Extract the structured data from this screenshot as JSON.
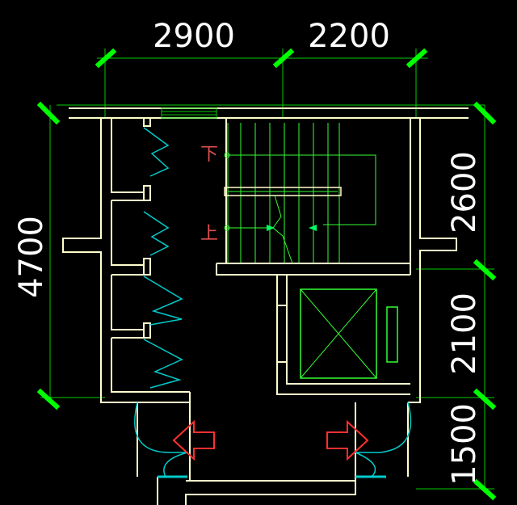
{
  "dimensions": {
    "top_left": "2900",
    "top_right": "2200",
    "left": "4700",
    "right_top": "2600",
    "right_middle": "2100",
    "right_bottom": "1500"
  },
  "stair_labels": {
    "down": "下",
    "up": "上"
  },
  "colors": {
    "background": "#000000",
    "walls": "#ffffcc",
    "dimension_lines": "#00cc00",
    "dimension_ticks": "#00ff00",
    "doors": "#00cccc",
    "stairs": "#33ff33",
    "evacuation_arrows": "#ff3030",
    "stair_text": "#e05050"
  }
}
